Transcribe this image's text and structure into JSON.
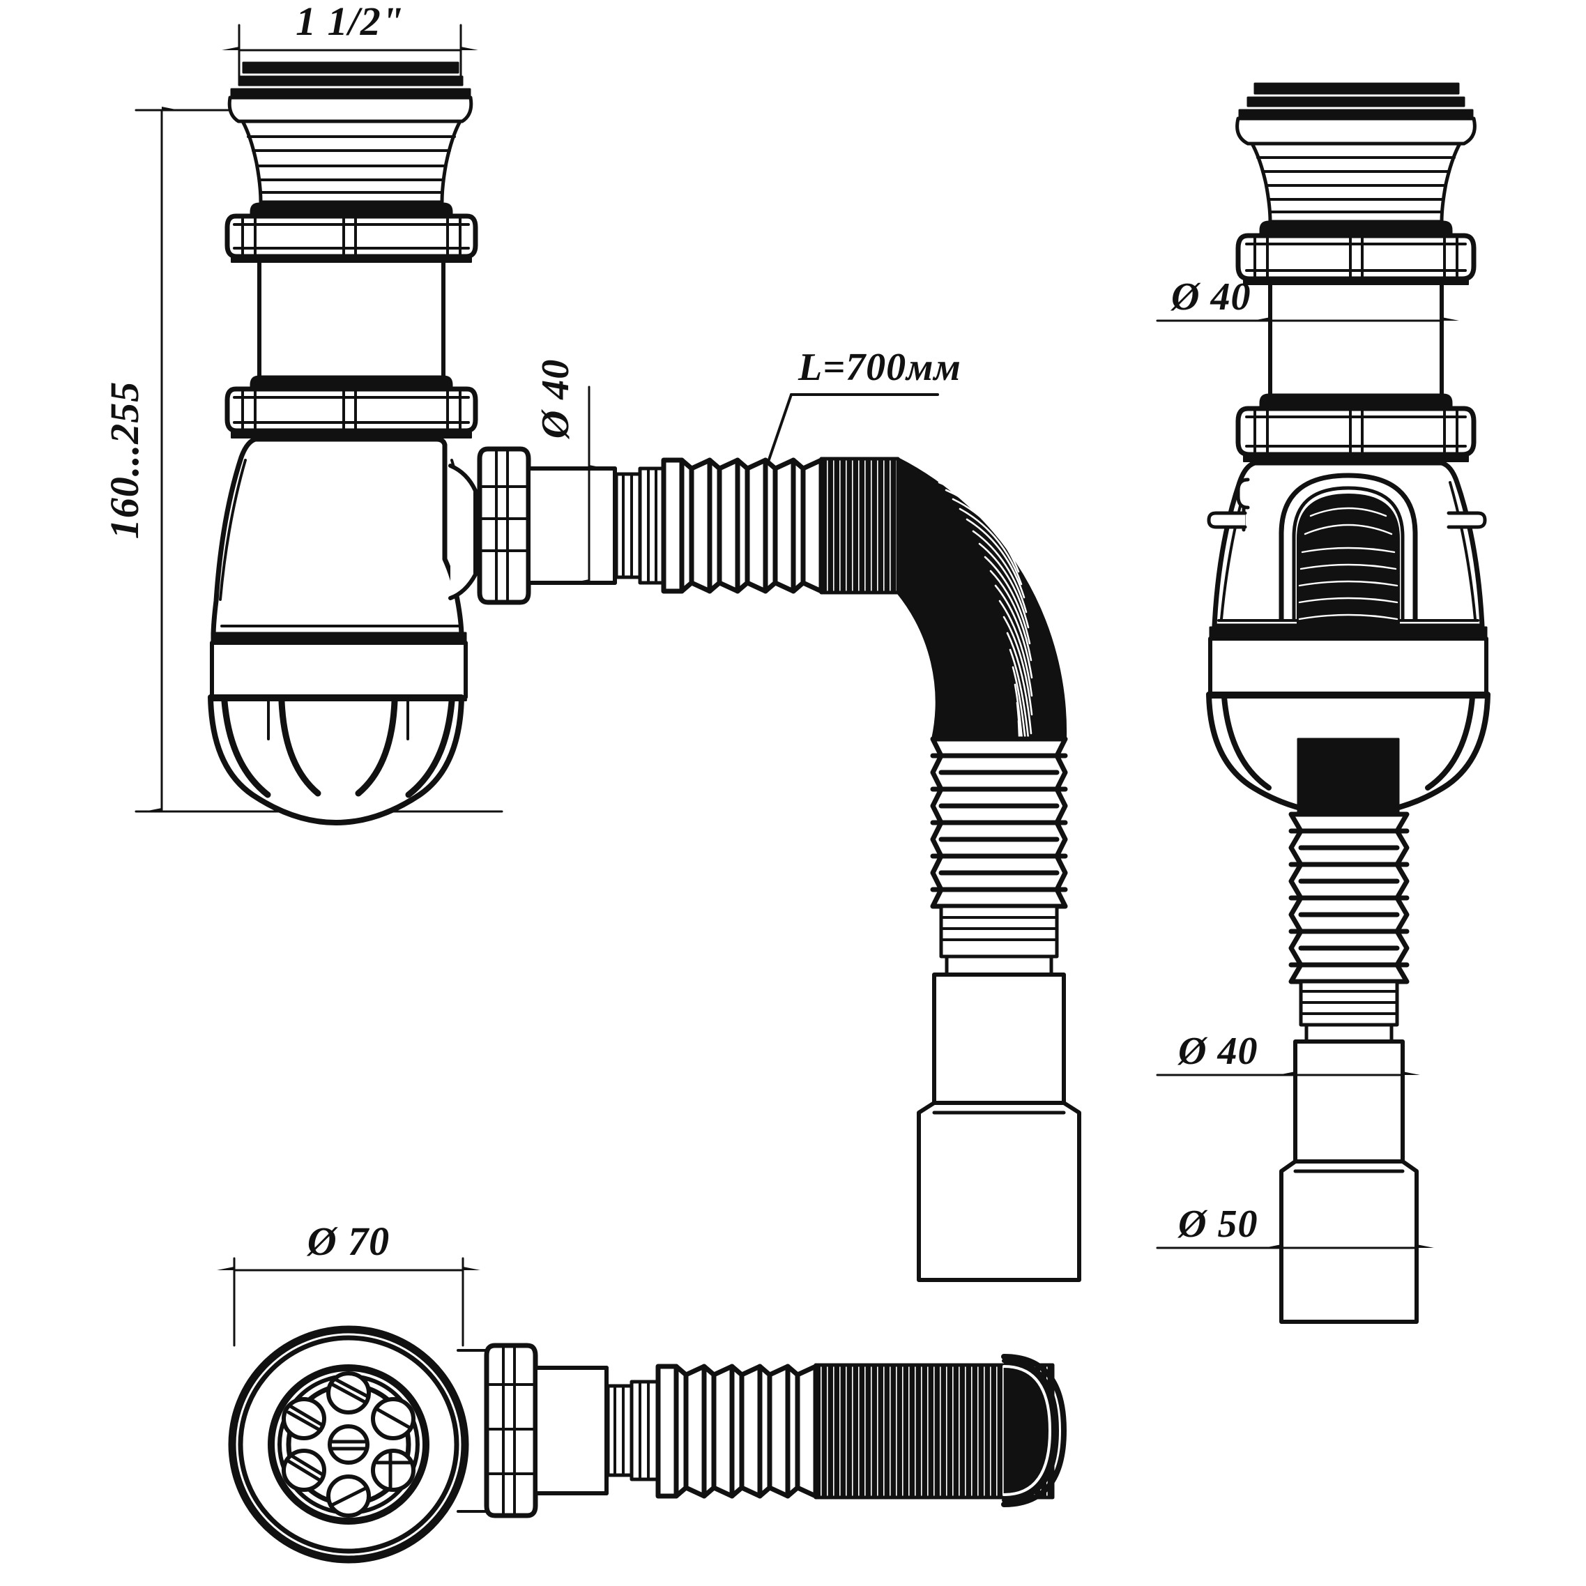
{
  "drawing": {
    "title": "Bottle trap siphon with flexible corrugated outlet hose — technical drawing",
    "line_color": "#111111",
    "fill_color": "#ffffff",
    "background": "#ffffff"
  },
  "dimensions": {
    "inlet_thread": "1 1/2\"",
    "height_range": "160...255",
    "outlet_socket_left": "Ø 40",
    "hose_length": "L=700мм",
    "inlet_pipe_right": "Ø 40",
    "hose_upper_right": "Ø 40",
    "hose_end_right": "Ø 50",
    "strainer_diameter": "Ø 70"
  },
  "views": [
    {
      "name": "front-view",
      "label": ""
    },
    {
      "name": "side-view",
      "label": ""
    },
    {
      "name": "plan-view",
      "label": ""
    }
  ],
  "parts": {
    "strainer_grate": "drain-strainer-grate",
    "flange": "sink-flange",
    "union_nut_upper": "upper-union-nut",
    "union_nut_lower": "lower-union-nut",
    "bottle_body": "bottle-trap-body",
    "cup": "sediment-cup",
    "outlet_elbow": "outlet-elbow-nut",
    "corrugated_hose": "flexible-corrugated-hose",
    "end_socket": "outlet-end-socket"
  },
  "strainer": {
    "hole_count": 7,
    "center_hole": 1,
    "ring_holes": 6
  }
}
